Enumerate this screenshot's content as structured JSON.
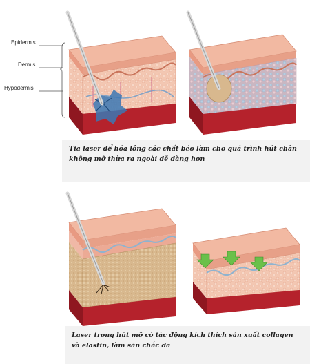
{
  "labels": {
    "epidermis": "Epidermis",
    "dermis": "Dermis",
    "hypodermis": "Hypodermis"
  },
  "captions": {
    "top": "Tia laser để hóa lỏng các chất béo làm cho quá trình hút chân không mỡ thừa ra ngoài dễ dàng hơn",
    "bottom": "Laser trong hút mỡ có tác động kích thích sản xuất collagen và elastin, làm săn chắc da"
  },
  "colors": {
    "skin_top": "#f2b9a2",
    "skin_side": "#e89a82",
    "dermis": "#e9a58c",
    "hypodermis": "#f1c6b0",
    "muscle": "#b5222c",
    "muscle_side": "#8f1720",
    "fat_liquid": "#c7a57a",
    "fat_blue": "#8fb3cf",
    "laser_blue": "#3b78b4",
    "arrow_green": "#6ac04a",
    "caption_bg": "#f2f2f2"
  }
}
